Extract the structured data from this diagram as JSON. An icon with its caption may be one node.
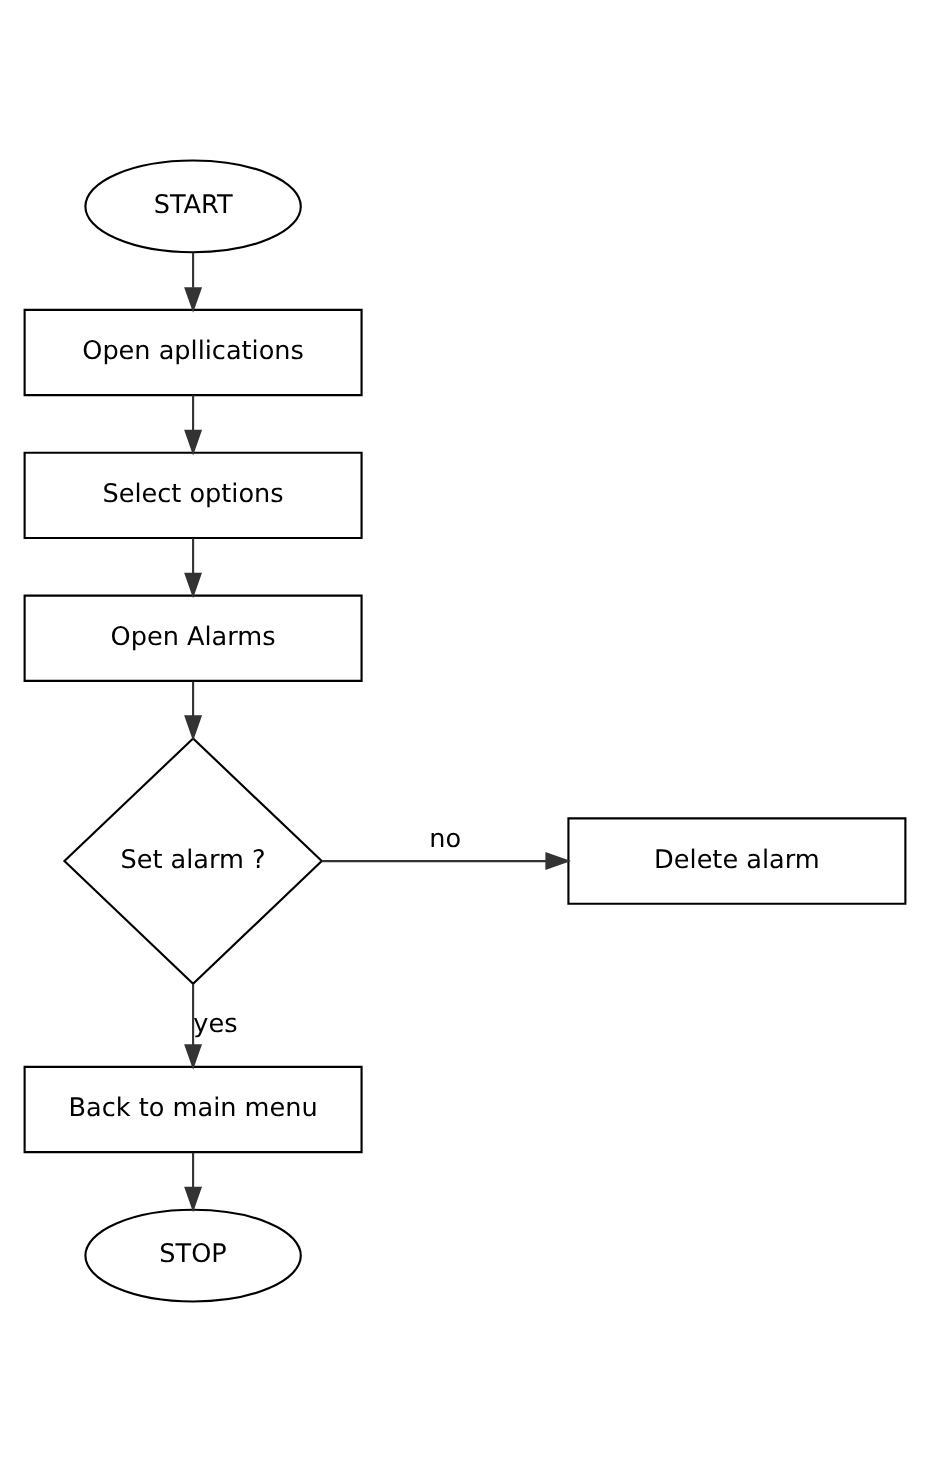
{
  "diagram": {
    "nodes": [
      {
        "text": [
          "START"
        ]
      },
      {
        "text": [
          "Open apllications"
        ]
      },
      {
        "text": [
          "Select options"
        ]
      },
      {
        "text": [
          "Open Alarms"
        ]
      },
      {
        "text": [
          "Set alarm ?"
        ]
      },
      {
        "text": [
          "Delete alarm"
        ]
      },
      {
        "text": [
          "Back to main menu"
        ]
      },
      {
        "text": [
          "STOP"
        ]
      }
    ],
    "edges": [
      {
        "from": 0,
        "to": 1,
        "arrow": "to"
      },
      {
        "from": 1,
        "to": 2,
        "arrow": "to"
      },
      {
        "from": 2,
        "to": 3,
        "arrow": "to"
      },
      {
        "from": 3,
        "to": 4,
        "arrow": "to"
      },
      {
        "from": 4,
        "to": 5,
        "arrow": "to",
        "label": "no"
      },
      {
        "from": 4,
        "to": 6,
        "arrow": "to",
        "label": "yes"
      },
      {
        "from": 6,
        "to": 7,
        "arrow": "to"
      }
    ]
  }
}
